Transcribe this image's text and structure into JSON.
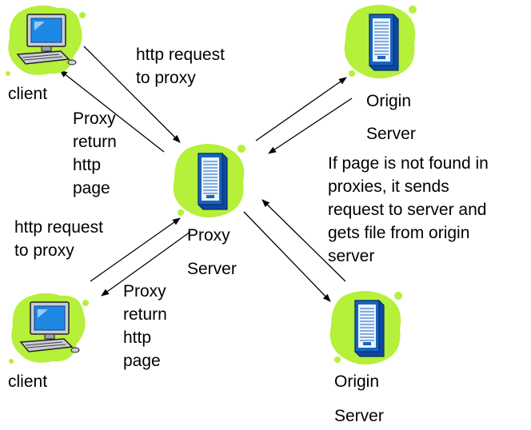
{
  "diagram": {
    "colors": {
      "blob": "#b5f03a",
      "monitor_blue": "#1e88e5",
      "server_blue": "#1565c0",
      "server_white": "#eef3fb",
      "line": "#000000"
    },
    "nodes": {
      "client_top": {
        "label": "client",
        "icon": "computer-icon"
      },
      "client_bottom": {
        "label": "client",
        "icon": "computer-icon"
      },
      "proxy": {
        "label_line1": "Proxy",
        "label_line2": "Server",
        "icon": "server-icon"
      },
      "origin_top": {
        "label_line1": "Origin",
        "label_line2": "Server",
        "icon": "server-icon"
      },
      "origin_bottom": {
        "label_line1": "Origin",
        "label_line2": "Server",
        "icon": "server-icon"
      }
    },
    "labels": {
      "top_request": "http request\nto proxy",
      "top_return": "Proxy\nreturn\nhttp\npage",
      "bottom_request": "http request\nto proxy",
      "bottom_return": "Proxy\nreturn\nhttp\npage",
      "note": "If page is not found in\nproxies, it sends\nrequest to server and\ngets file from origin\nserver"
    }
  }
}
